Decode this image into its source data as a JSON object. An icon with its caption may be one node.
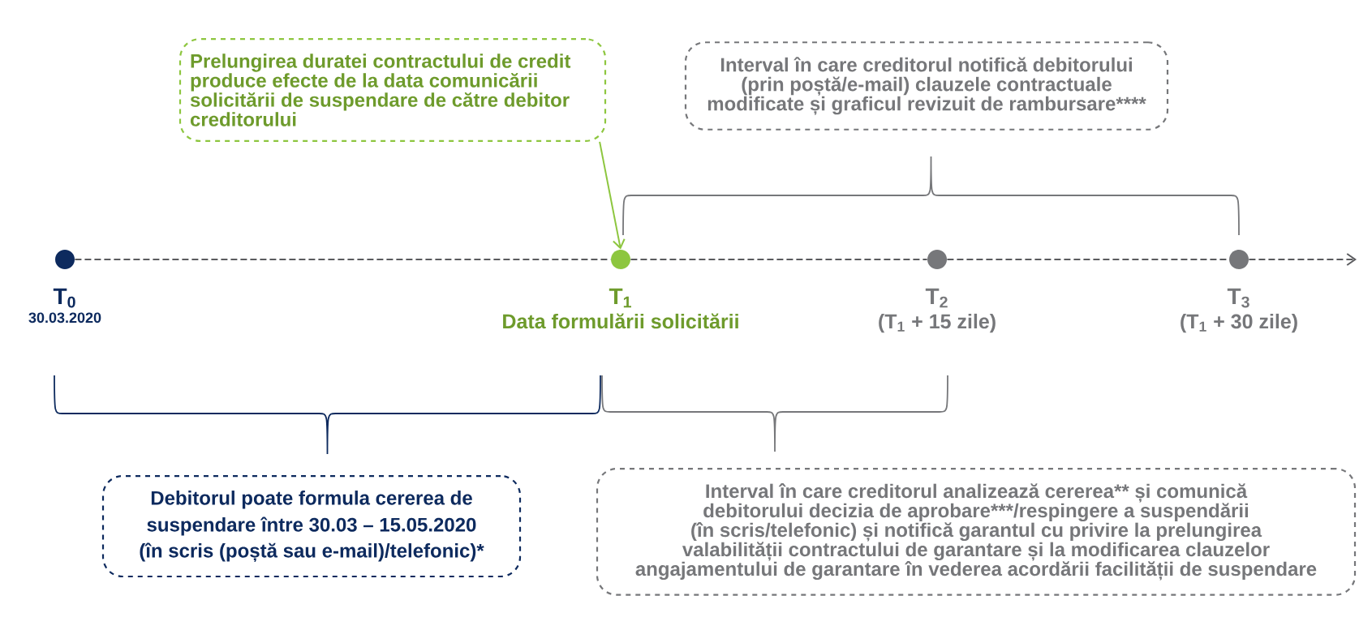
{
  "diagram": {
    "nodes": [
      {
        "text": [
          "Prelungirea duratei contractului de credit produce efecte de la data comunicării solicitării de suspendare de către debitor creditorului"
        ]
      },
      {
        "text": [
          "Interval în care creditorul notifică debitorului (prin poștă/e-mail) clauzele contractuale modificate și graficul revizuit de rambursare****"
        ]
      },
      {
        "text": [],
        "shape": "circle",
        "beside": [
          "T$_{0}$",
          "30.03.2020"
        ]
      },
      {
        "text": [],
        "shape": "circle",
        "beside": [
          "T$_{1}$",
          "Data formulării solicitării"
        ]
      },
      {
        "text": [],
        "shape": "circle",
        "beside": [
          "T$_{2}$",
          "(T$_{1}$ + 15 zile)"
        ]
      },
      {
        "text": [],
        "shape": "circle",
        "beside": [
          "T$_{3}$",
          "(T$_{1}$ + 30 zile)"
        ]
      },
      {
        "text": [
          "Debitorul poate formula cererea de suspendare între 30.03 – 15.05.2020",
          "(în scris (poștă sau e-mail)/telefonic)*"
        ]
      },
      {
        "text": [
          "Interval în care creditorul analizează cererea** și comunică debitorului decizia de aprobare***/respingere a suspendării (în scris/telefonic) și notifică garantul cu privire la prelungirea valabilității contractului de garantare și la modificarea clauzelor angajamentului de garantare în vederea acordării facilității de suspendare"
        ]
      }
    ],
    "edges": [
      {
        "from": 0,
        "to": 3,
        "arrow": "to",
        "color": "#8dc63f"
      },
      {
        "from": 2,
        "to": 3,
        "arrow": "none",
        "style": "dashed"
      },
      {
        "from": 3,
        "to": 4,
        "arrow": "none",
        "style": "dashed"
      },
      {
        "from": 4,
        "to": 5,
        "arrow": "none",
        "style": "dashed"
      },
      {
        "from": 5,
        "to": null,
        "arrow": "to",
        "style": "dashed"
      }
    ]
  }
}
